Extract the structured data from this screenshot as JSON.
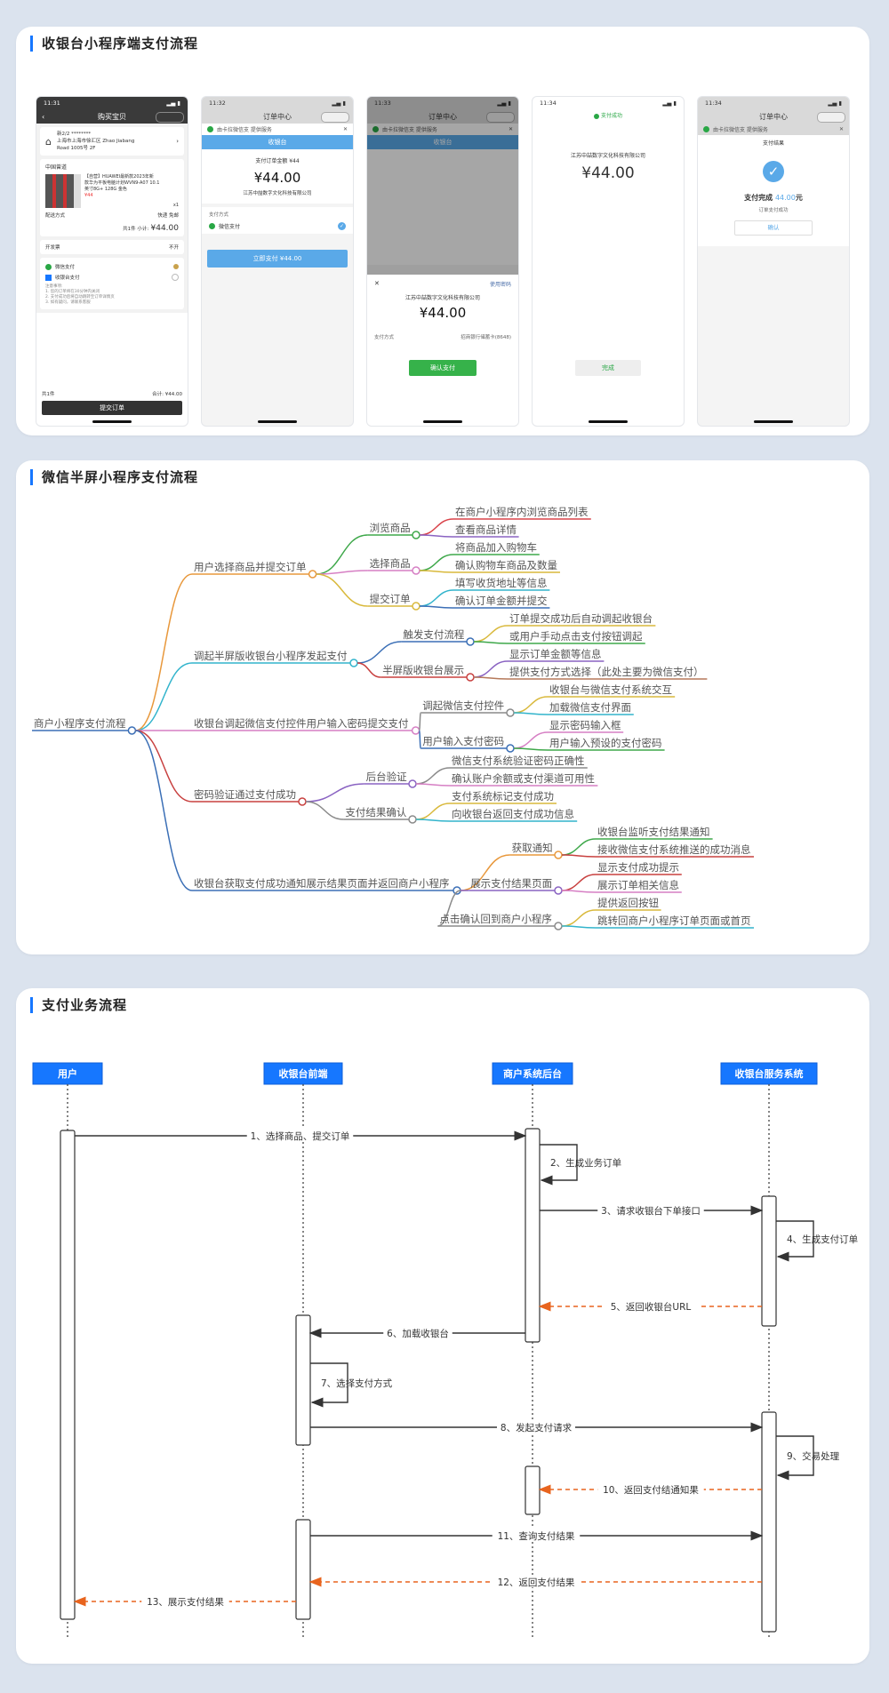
{
  "sections": {
    "s1_title": "收银台小程序端支付流程",
    "s2_title": "微信半屏小程序支付流程",
    "s3_title": "支付业务流程"
  },
  "phones": {
    "p1": {
      "time": "11:31",
      "title": "购买宝贝",
      "addr1": "新2/2 ********",
      "addr2": "上海市上海市徐汇区 Zhao Jiabang",
      "addr3": "Road 1005号 2F",
      "shop": "中国曾道",
      "item1": "【自营】HUAWEI最新款2023年新",
      "item2": "款华为平板电脑计划WVN9-A07 10.1",
      "item3": "英寸8G+ 128G 金色",
      "item_price": "¥44",
      "qty": "x1",
      "ship_label": "配送方式",
      "ship_value": "快递 免邮",
      "subtotal_prefix": "共1件 小计:",
      "subtotal": "¥44.00",
      "invoice": "开发票",
      "invoice_val": "不开",
      "pay1": "微信支付",
      "pay2": "收银台支付",
      "note_title": "注意事项:",
      "note1": "1. 您的订单将在30分钟内关闭",
      "note2": "2. 支付成功后将自动跳转至订单详情页",
      "note3": "3. 如有疑问，请联系客服",
      "total_left": "共1件",
      "total_right": "合计: ¥44.00",
      "submit": "提交订单"
    },
    "p2": {
      "time": "11:32",
      "nav": "订单中心",
      "merchant": "由卡拉微信支 提供服务",
      "bar": "收银台",
      "order": "支付订单金额 ¥44",
      "price": "¥44.00",
      "company": "江苏中喆数字文化科技有限公司",
      "method_label": "支付方式",
      "method": "微信支付",
      "pay_btn": "立即支付 ¥44.00"
    },
    "p3": {
      "time": "11:33",
      "nav": "订单中心",
      "merchant": "由卡拉微信支 提供服务",
      "bar": "收银台",
      "company": "江苏中喆数字文化科技有限公司",
      "price": "¥44.00",
      "sheet_link": "使用密码",
      "method_label": "支付方式",
      "method_val": "招商银行储蓄卡(8648)",
      "confirm": "确认支付"
    },
    "p4": {
      "time": "11:34",
      "tag": "支付成功",
      "company": "江苏中喆数字文化科技有限公司",
      "price": "¥44.00",
      "done": "完成"
    },
    "p5": {
      "time": "11:34",
      "nav": "订单中心",
      "merchant": "由卡拉微信支 提供服务",
      "head": "支付结果",
      "done_prefix": "支付完成 ",
      "done_amount": "44.00",
      "done_suffix": "元",
      "sub": "订单支付成功",
      "ok": "确认"
    }
  },
  "mindmap": {
    "root": "商户小程序支付流程",
    "b1": "用户选择商品并提交订单",
    "b1a": "浏览商品",
    "b1a1": "在商户小程序内浏览商品列表",
    "b1a2": "查看商品详情",
    "b1b": "选择商品",
    "b1b1": "将商品加入购物车",
    "b1b2": "确认购物车商品及数量",
    "b1c": "提交订单",
    "b1c1": "填写收货地址等信息",
    "b1c2": "确认订单金额并提交",
    "b2": "调起半屏版收银台小程序发起支付",
    "b2a": "触发支付流程",
    "b2a1": "订单提交成功后自动调起收银台",
    "b2a2": "或用户手动点击支付按钮调起",
    "b2b": "半屏版收银台展示",
    "b2b1": "显示订单金额等信息",
    "b2b2": "提供支付方式选择（此处主要为微信支付）",
    "b3": "收银台调起微信支付控件用户输入密码提交支付",
    "b3a": "调起微信支付控件",
    "b3a1": "收银台与微信支付系统交互",
    "b3a2": "加载微信支付界面",
    "b3b": "用户输入支付密码",
    "b3b1": "显示密码输入框",
    "b3b2": "用户输入预设的支付密码",
    "b4": "密码验证通过支付成功",
    "b4a": "后台验证",
    "b4a1": "微信支付系统验证密码正确性",
    "b4a2": "确认账户余额或支付渠道可用性",
    "b4b": "支付结果确认",
    "b4b1": "支付系统标记支付成功",
    "b4b2": "向收银台返回支付成功信息",
    "b5": "收银台获取支付成功通知展示结果页面并返回商户小程序",
    "b5a": "获取通知",
    "b5a1": "收银台监听支付结果通知",
    "b5a2": "接收微信支付系统推送的成功消息",
    "b5b": "展示支付结果页面",
    "b5b1": "显示支付成功提示",
    "b5b2": "展示订单相关信息",
    "b5c": "点击确认回到商户小程序",
    "b5c1": "提供返回按钮",
    "b5c2": "跳转回商户小程序订单页面或首页"
  },
  "sequence": {
    "actors": [
      "用户",
      "收银台前端",
      "商户系统后台",
      "收银台服务系统"
    ],
    "m1": "1、选择商品、提交订单",
    "m2": "2、生成业务订单",
    "m3": "3、请求收银台下单接口",
    "m4": "4、生成支付订单",
    "m5": "5、返回收银台URL",
    "m6": "6、加载收银台",
    "m7": "7、选择支付方式",
    "m8": "8、发起支付请求",
    "m9": "9、交易处理",
    "m10": "10、返回支付结通知果",
    "m11": "11、查询支付结果",
    "m12": "12、返回支付结果",
    "m13": "13、展示支付结果"
  },
  "colors": {
    "accent": "#1677ff",
    "return_arrow": "#e8641e",
    "wechat_green": "#29a745"
  }
}
